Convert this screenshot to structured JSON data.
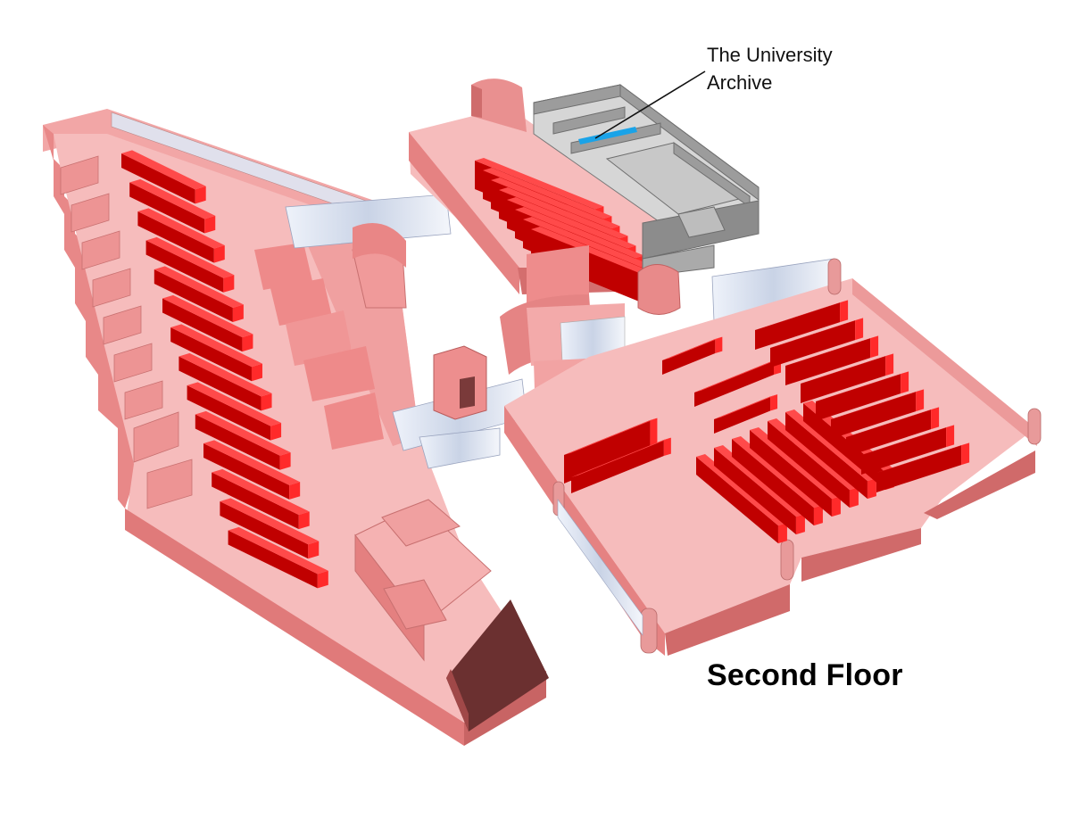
{
  "map": {
    "title": "Second Floor",
    "callout": {
      "line1": "The University",
      "line2": "Archive"
    },
    "colors": {
      "floor": "#f6bcbc",
      "wall_light": "#f49a9a",
      "wall_mid": "#ec8080",
      "wall_dark": "#c85a5a",
      "shelf_top": "#ff4a4a",
      "shelf_side": "#c00000",
      "archive_floor": "#d4d4d4",
      "archive_wall": "#9a9a9a",
      "archive_highlight": "#1aa3e8",
      "glass": "#dfe6f2"
    }
  }
}
